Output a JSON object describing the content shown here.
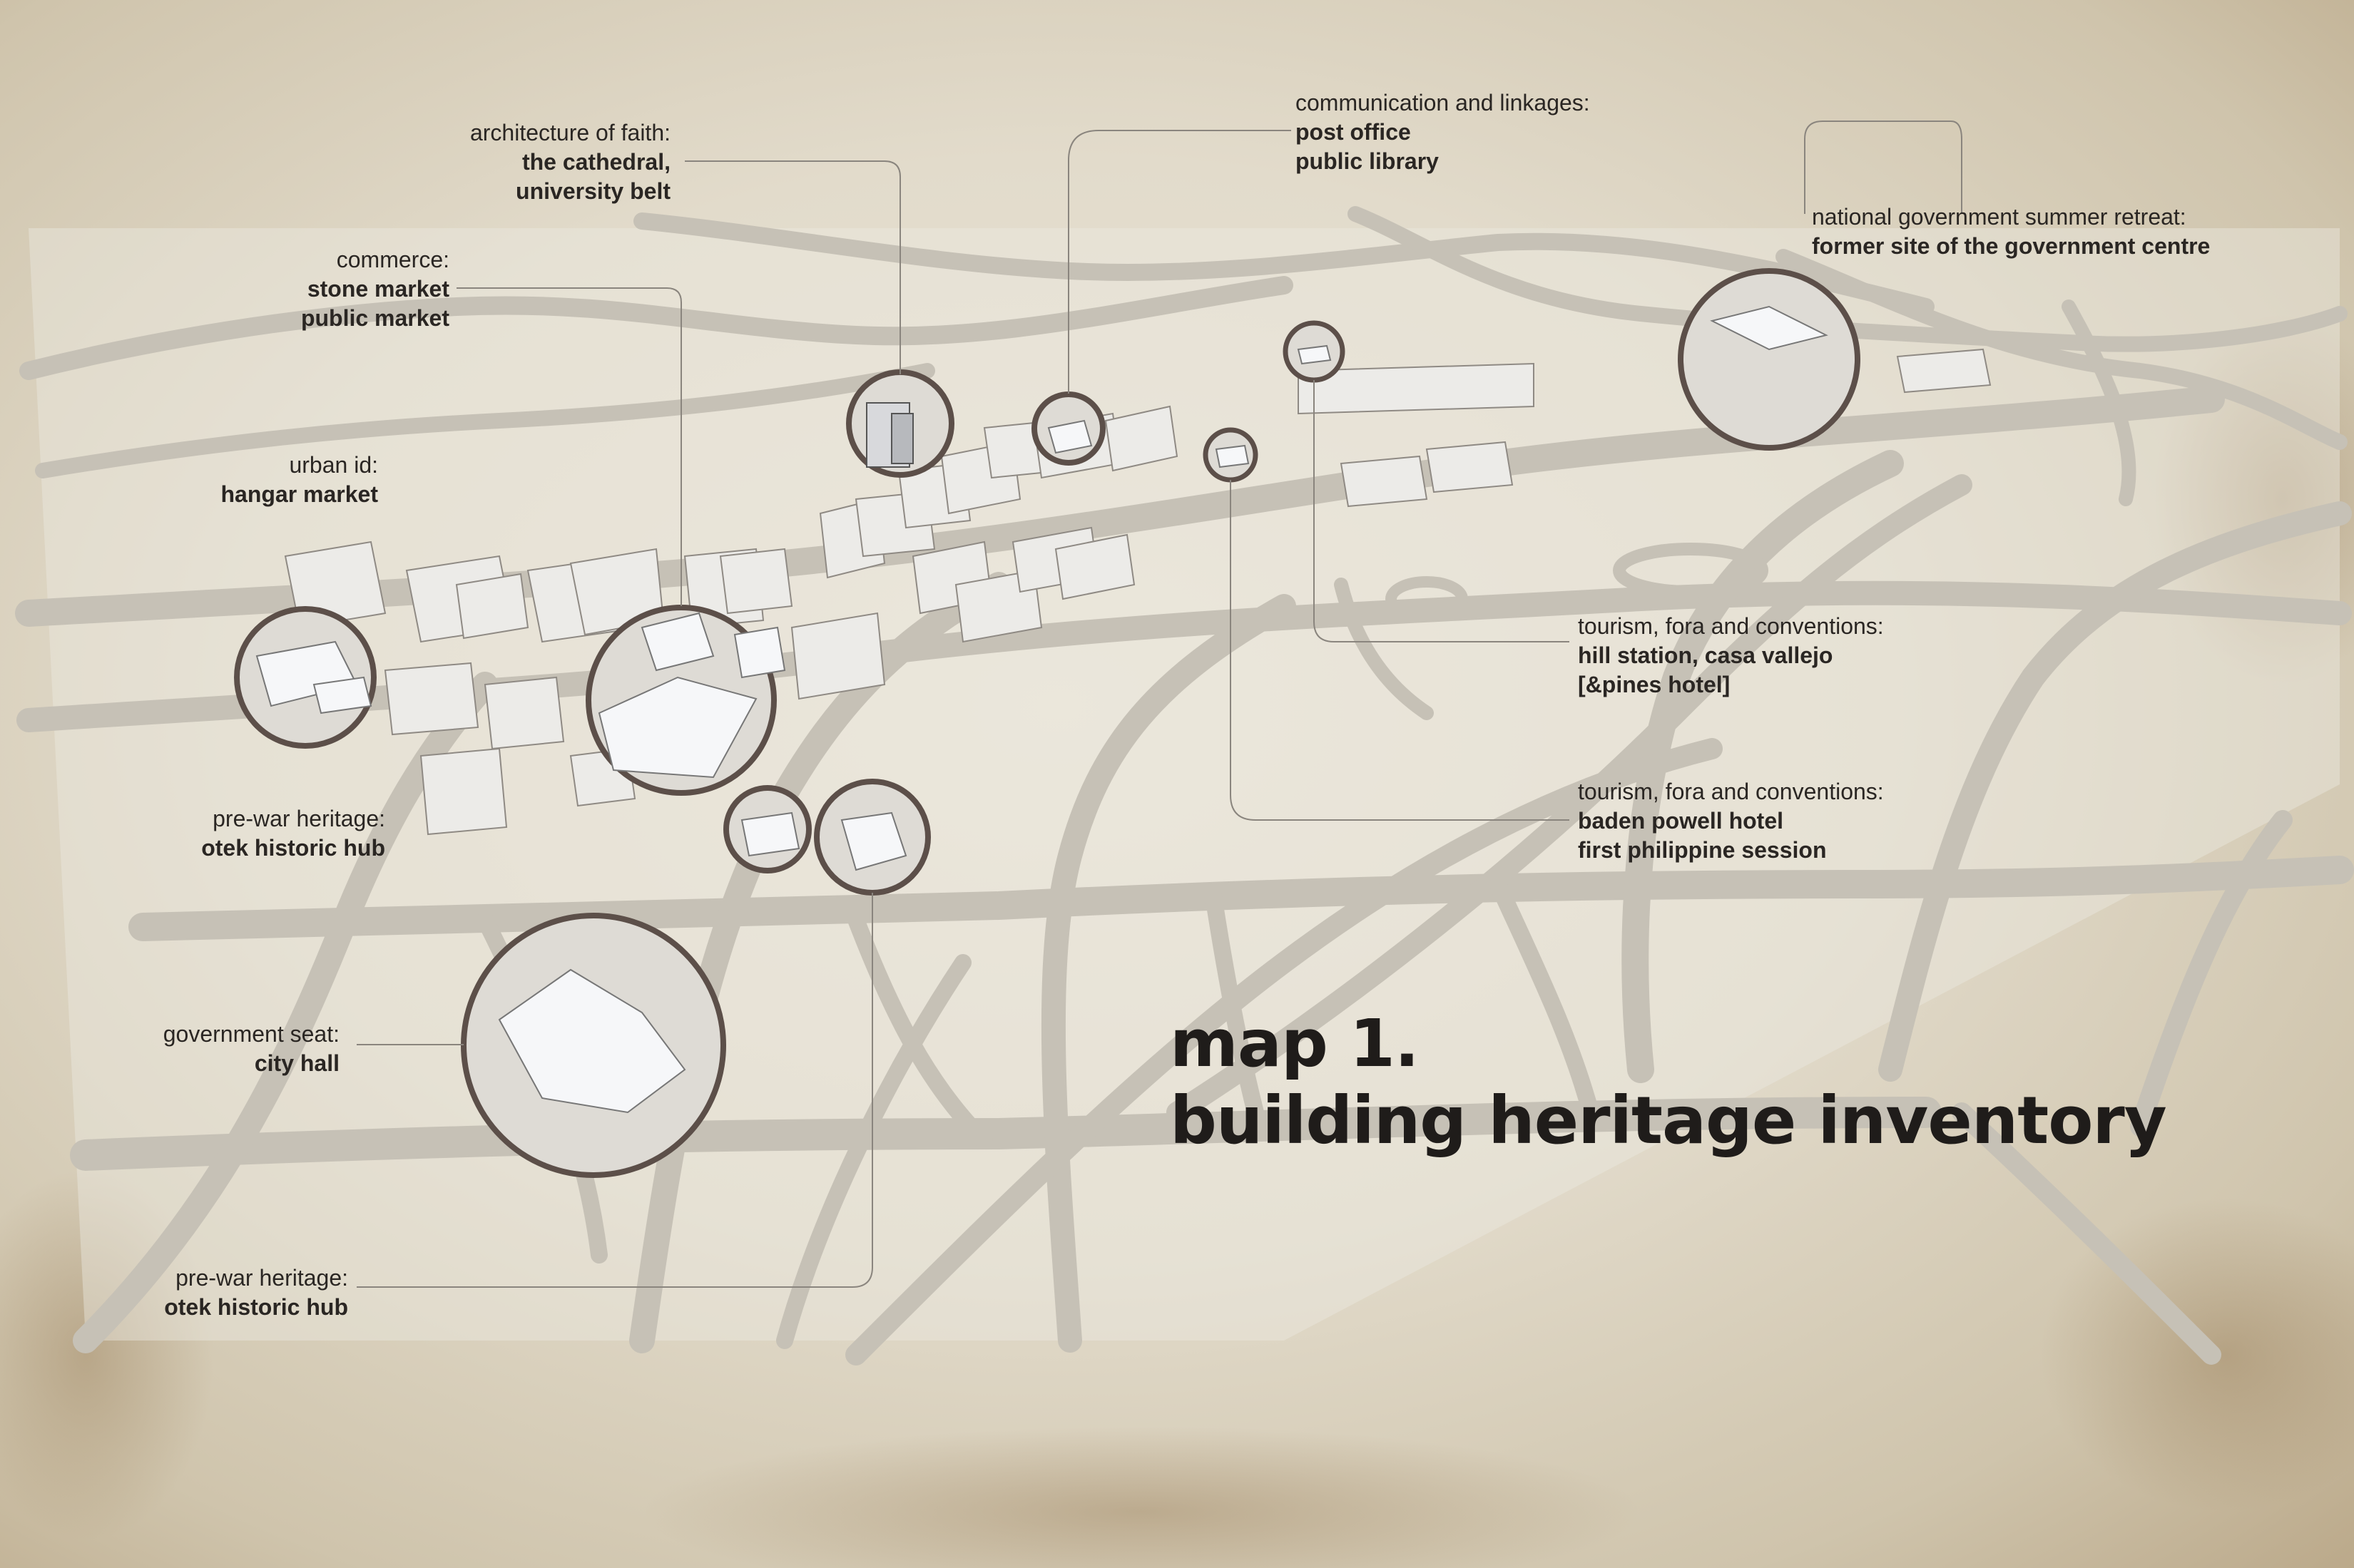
{
  "title": {
    "line1": "map 1.",
    "line2": "building heritage inventory"
  },
  "colors": {
    "paper": "#e6dfd0",
    "roads": "#c9c4b9",
    "building_face": "#f4f5f7",
    "circle_ring": "#5c4f49",
    "text": "#2a2623"
  },
  "labels": {
    "faith": {
      "category": "architecture of faith:",
      "items": [
        "the cathedral,",
        "university belt"
      ]
    },
    "commerce": {
      "category": "commerce:",
      "items": [
        "stone market",
        "public market"
      ]
    },
    "urban_id": {
      "category": "urban id:",
      "items": [
        "hangar market"
      ]
    },
    "prewar_1": {
      "category": "pre-war heritage:",
      "items": [
        "otek historic hub"
      ]
    },
    "government": {
      "category": "government seat:",
      "items": [
        "city hall"
      ]
    },
    "prewar_2": {
      "category": "pre-war heritage:",
      "items": [
        "otek historic hub"
      ]
    },
    "communication": {
      "category": "communication and linkages:",
      "items": [
        "post office",
        "public library"
      ]
    },
    "national": {
      "category": "national government summer retreat:",
      "items": [
        "former site of the government centre"
      ]
    },
    "tourism_1": {
      "category": "tourism, fora and conventions:",
      "items": [
        "hill station, casa vallejo",
        "[&pines hotel]"
      ]
    },
    "tourism_2": {
      "category": "tourism, fora and conventions:",
      "items": [
        "baden powell hotel",
        "first philippine session"
      ]
    }
  }
}
